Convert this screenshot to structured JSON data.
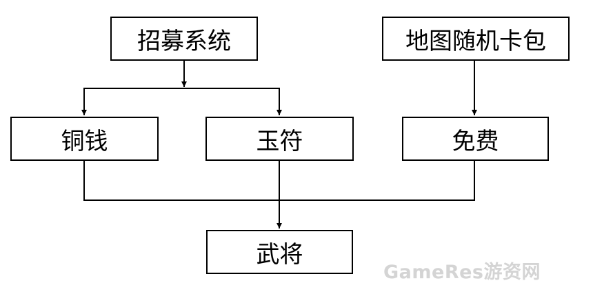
{
  "nodes": {
    "recruit_system": "招募系统",
    "map_random_card_pack": "地图随机卡包",
    "copper_coins": "铜钱",
    "jade": "玉符",
    "free": "免费",
    "general": "武将"
  },
  "watermark": "GameRes游资网"
}
